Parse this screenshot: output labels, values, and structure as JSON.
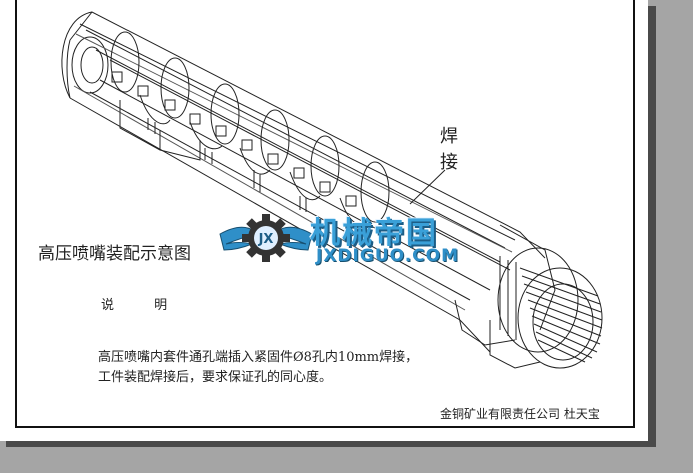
{
  "drawing": {
    "title": "高压喷嘴装配示意图",
    "weld_label": "焊接",
    "notes_heading": "说 明",
    "note_lines": [
      "高压喷嘴内套件通孔端插入紧固件Ø8孔内10mm焊接，",
      "工件装配焊接后，要求保证孔的同心度。"
    ],
    "company": "金铜矿业有限责任公司 杜天宝"
  },
  "watermark": {
    "name": "机械帝国",
    "domain": "JXDIGUO.COM",
    "emblem_letters": "JX",
    "brand_color": "#3aa0d8",
    "icon": "gear-wings-icon"
  },
  "colors": {
    "paper": "#ffffff",
    "background": "#a5a5a5",
    "linework": "#222222"
  }
}
